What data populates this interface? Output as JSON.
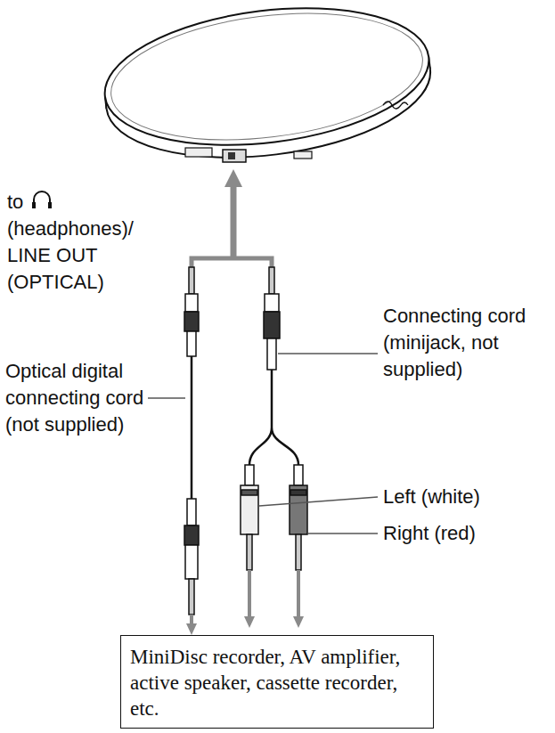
{
  "diagram": {
    "nodes": [
      {
        "text": [
          "MiniDisc recorder, AV amplifier, active speaker, cassette recorder, etc."
        ]
      }
    ],
    "labels": [
      "to",
      "(headphones)/ LINE OUT (OPTICAL)",
      "Optical digital connecting cord (not supplied)",
      "Connecting cord (minijack, not supplied)",
      "Left (white)",
      "Right (red)"
    ]
  }
}
